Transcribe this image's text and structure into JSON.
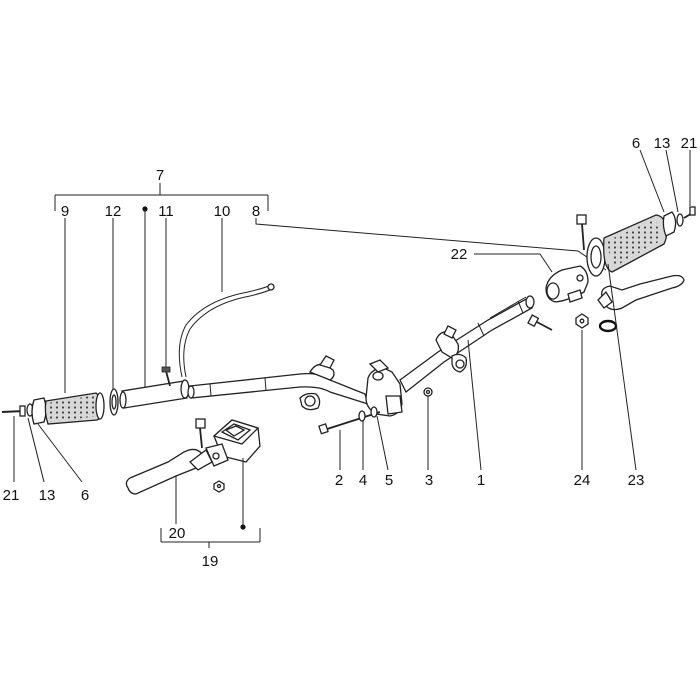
{
  "labels": {
    "l7": "7",
    "l9": "9",
    "l12": "12",
    "l11": "11",
    "l10": "10",
    "l8": "8",
    "l6_top": "6",
    "l13_top": "13",
    "l21_top": "21",
    "l22": "22",
    "l21_left": "21",
    "l13_left": "13",
    "l6_left": "6",
    "l2": "2",
    "l4": "4",
    "l5": "5",
    "l3": "3",
    "l1": "1",
    "l24": "24",
    "l23": "23",
    "l20": "20",
    "l19": "19"
  },
  "colors": {
    "line": "#222222",
    "grip": "#d8d8d8",
    "background": "#ffffff"
  }
}
